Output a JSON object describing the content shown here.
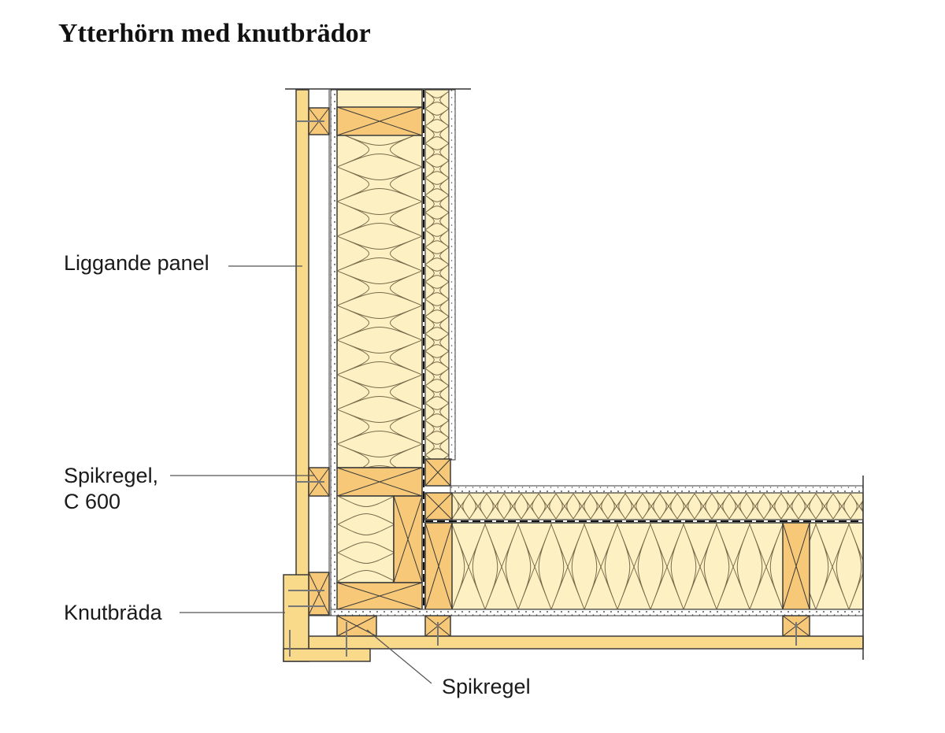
{
  "title": "Ytterhörn med knutbrädor",
  "labels": {
    "liggande_panel": "Liggande panel",
    "spikregel_c600_line1": "Spikregel,",
    "spikregel_c600_line2": "C 600",
    "knutbrada": "Knutbräda",
    "spikregel": "Spikregel"
  },
  "colors": {
    "wood": "#f9d98a",
    "stud": "#f6c877",
    "insulation": "#fdf1c4",
    "outline": "#3a3a3a",
    "leader": "#555555"
  }
}
